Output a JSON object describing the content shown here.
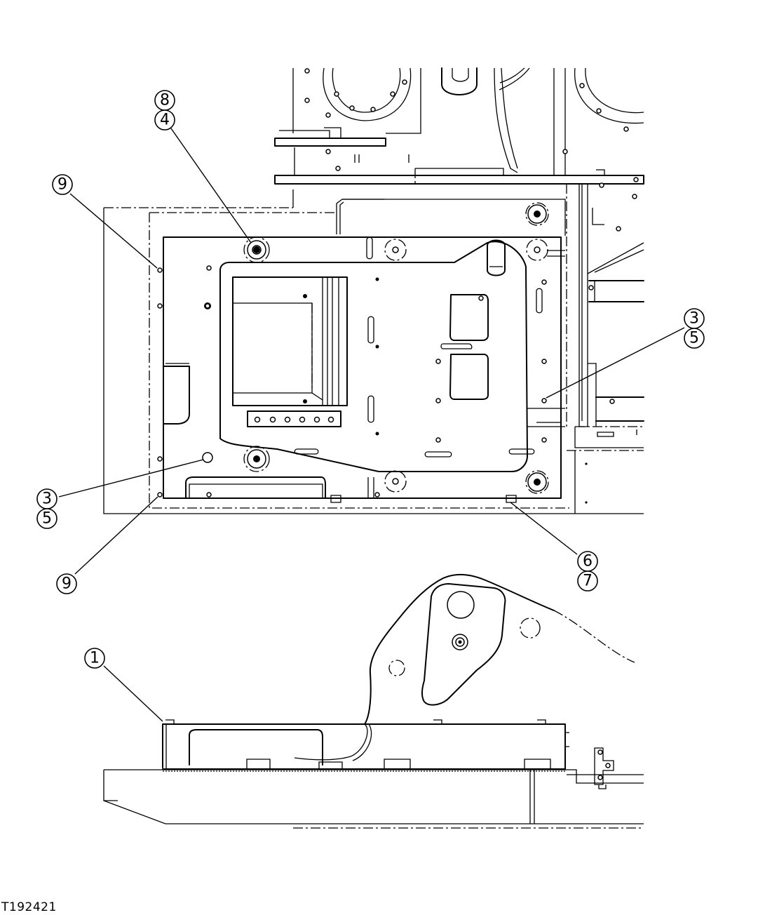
{
  "figure_id": "T192421",
  "callouts": [
    {
      "id": "c8-top",
      "label": "8"
    },
    {
      "id": "c4-top",
      "label": "4"
    },
    {
      "id": "c9-upper-left",
      "label": "9"
    },
    {
      "id": "c3-right",
      "label": "3"
    },
    {
      "id": "c5-right",
      "label": "5"
    },
    {
      "id": "c3-left",
      "label": "3"
    },
    {
      "id": "c5-left",
      "label": "5"
    },
    {
      "id": "c9-lower-left",
      "label": "9"
    },
    {
      "id": "c6",
      "label": "6"
    },
    {
      "id": "c7",
      "label": "7"
    },
    {
      "id": "c1",
      "label": "1"
    }
  ]
}
